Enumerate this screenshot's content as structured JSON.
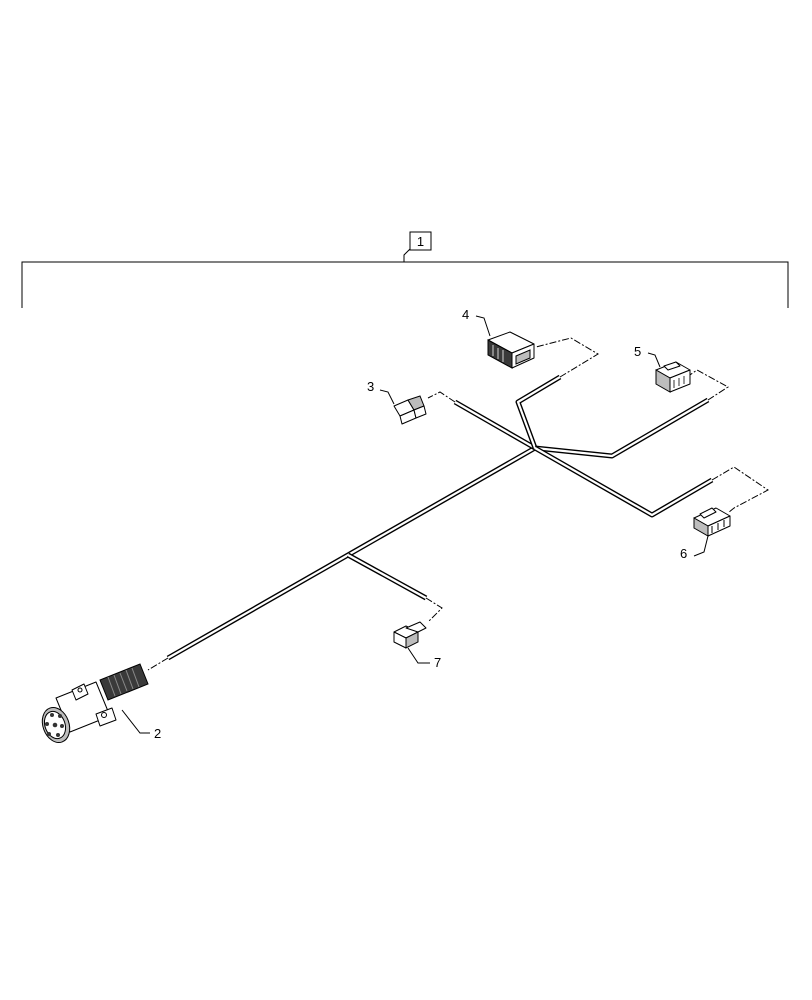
{
  "diagram": {
    "kind": "exploded parts illustration",
    "callouts": {
      "assembly": "1",
      "plug_7pin": "2",
      "connector_small_a": "3",
      "connector_large": "4",
      "connector_medium": "5",
      "connector_right": "6",
      "connector_small_b": "7"
    }
  }
}
